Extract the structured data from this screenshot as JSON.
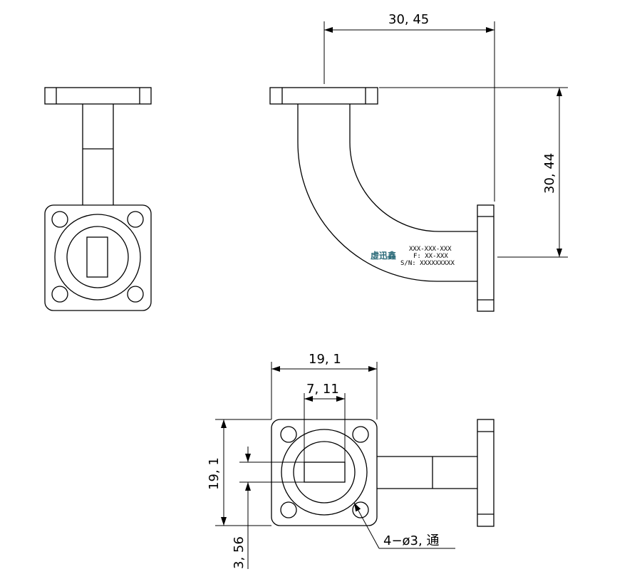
{
  "dimensions": {
    "bend_width": "30, 45",
    "bend_height": "30, 44",
    "flange_width": "19, 1",
    "aperture_width": "7, 11",
    "flange_height": "19, 1",
    "aperture_height": "3, 56",
    "hole_note": "4−ø3, 通"
  },
  "nameplate": {
    "logo": "虛迅鑫",
    "model": "XXX-XXX-XXX",
    "frequency": "F: XX-XXX",
    "serial": "S/N: XXXXXXXXX"
  }
}
